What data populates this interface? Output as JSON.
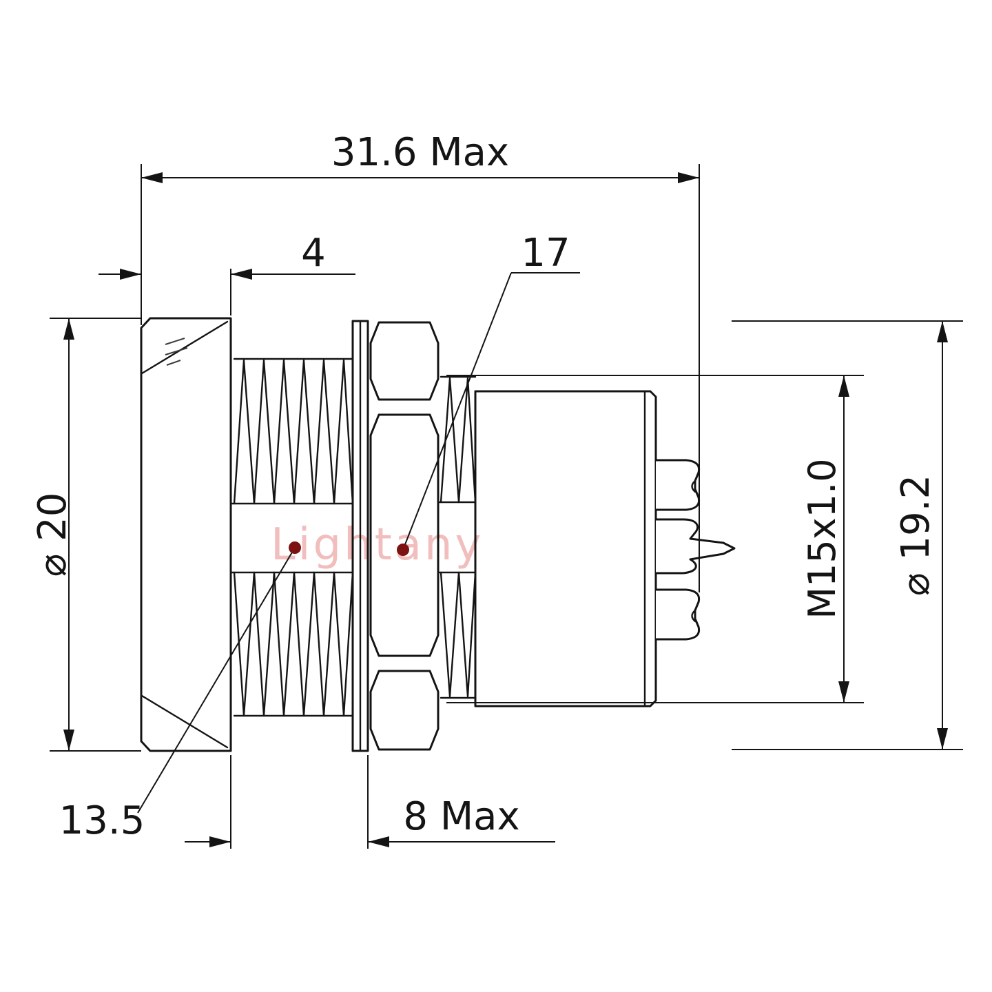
{
  "watermark": {
    "text": "Lightany",
    "color": "#f1bdbd"
  },
  "colors": {
    "line": "#141414",
    "leader_dot": "#7c1212",
    "background": "#ffffff"
  },
  "dimensions": {
    "overall_length": {
      "label": "31.6 Max"
    },
    "flange_thickness": {
      "label": "4"
    },
    "hex_flats": {
      "label": "17"
    },
    "flange_diameter": {
      "label": "⌀ 20"
    },
    "front_section": {
      "label": "13.5"
    },
    "panel_max": {
      "label": "8 Max"
    },
    "thread_spec": {
      "label": "M15x1.0"
    },
    "outer_diameter": {
      "label": "⌀ 19.2"
    }
  }
}
